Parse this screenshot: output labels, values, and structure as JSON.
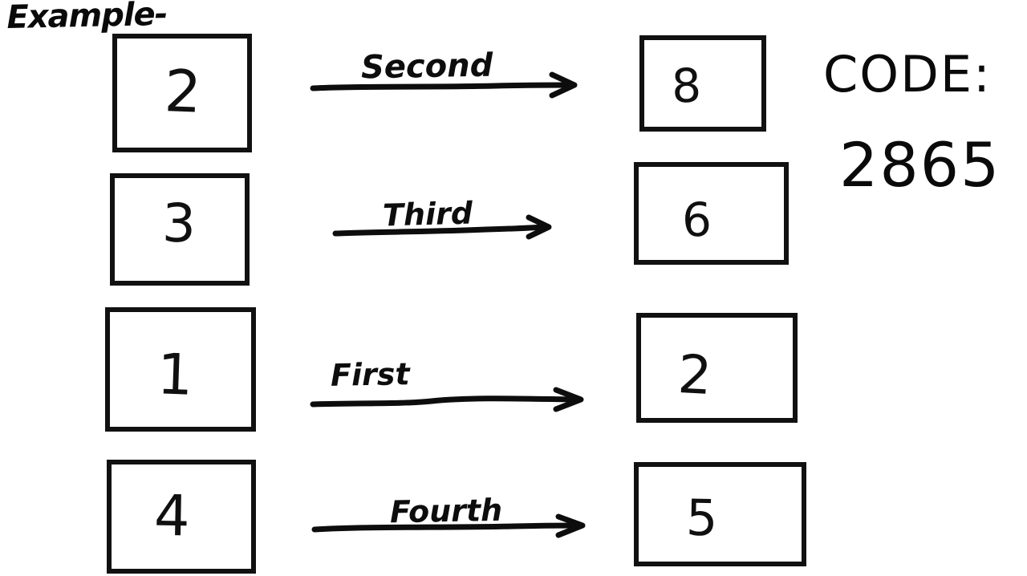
{
  "title": {
    "text": "Example-"
  },
  "code": {
    "label": "CODE:",
    "value": "2865"
  },
  "left_boxes": [
    {
      "value": "2"
    },
    {
      "value": "3"
    },
    {
      "value": "1"
    },
    {
      "value": "4"
    }
  ],
  "right_boxes": [
    {
      "value": "8"
    },
    {
      "value": "6"
    },
    {
      "value": "2"
    },
    {
      "value": "5"
    }
  ],
  "arrows": [
    {
      "label": "Second"
    },
    {
      "label": "Third"
    },
    {
      "label": "First"
    },
    {
      "label": "Fourth"
    }
  ]
}
